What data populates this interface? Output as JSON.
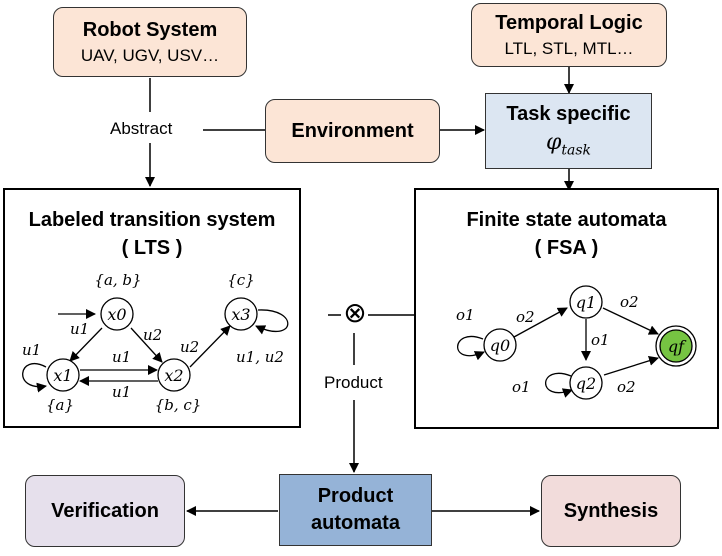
{
  "robot_system": {
    "title": "Robot System",
    "subtitle": "UAV, UGV, USV…"
  },
  "temporal_logic": {
    "title": "Temporal Logic",
    "subtitle": "LTL, STL, MTL…"
  },
  "abstract_label": "Abstract",
  "environment": {
    "label": "Environment"
  },
  "task_specific": {
    "title": "Task specific",
    "phi": "φ",
    "phi_sub": "task"
  },
  "lts_panel": {
    "title": "Labeled transition system",
    "subtitle": "( LTS )",
    "states": [
      "x0",
      "x1",
      "x2",
      "x3"
    ],
    "state_labels": [
      "{a, b}",
      "{a}",
      "{b, c}",
      "{c}"
    ],
    "edge_labels": [
      "u1",
      "u2",
      "u1",
      "u1",
      "u2",
      "u1",
      "u1, u2"
    ]
  },
  "fsa_panel": {
    "title": "Finite state automata",
    "subtitle": "( FSA )",
    "states": [
      "q0",
      "q1",
      "q2",
      "qf"
    ],
    "edge_labels": [
      "o1",
      "o2",
      "o2",
      "o1",
      "o1",
      "o2"
    ],
    "accepting_color": "#76c442"
  },
  "product_operator": "⊗",
  "product_label": "Product",
  "product_automata": {
    "line1": "Product",
    "line2": "automata"
  },
  "verification": {
    "label": "Verification"
  },
  "synthesis": {
    "label": "Synthesis"
  }
}
